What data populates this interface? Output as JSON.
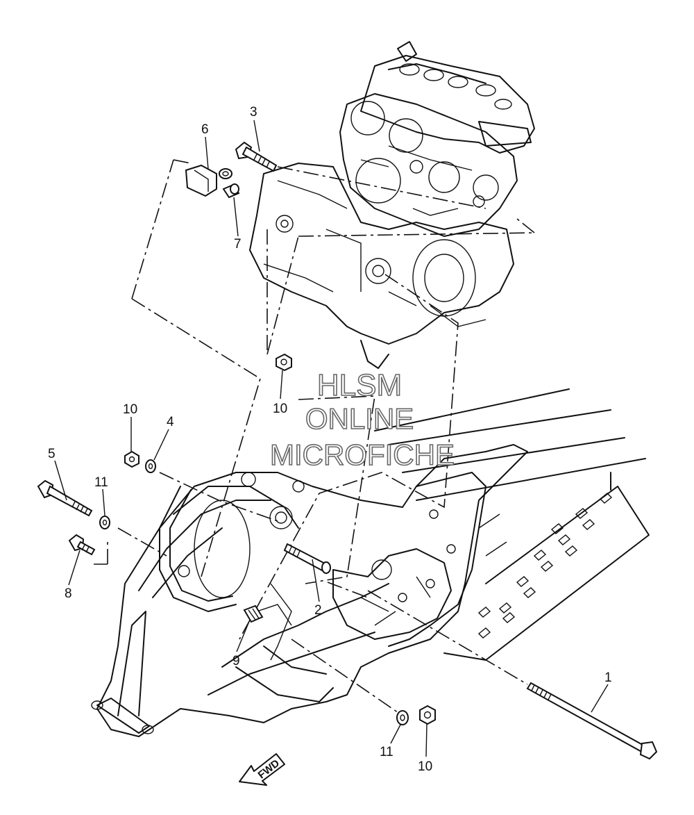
{
  "watermark": {
    "line1": "HLSM",
    "line2": "ONLINE",
    "line3": "MICROFICHE"
  },
  "direction_label": "FWD",
  "callouts": [
    {
      "id": "c1",
      "label": "1"
    },
    {
      "id": "c2",
      "label": "2"
    },
    {
      "id": "c3",
      "label": "3"
    },
    {
      "id": "c4",
      "label": "4"
    },
    {
      "id": "c5",
      "label": "5"
    },
    {
      "id": "c6",
      "label": "6"
    },
    {
      "id": "c7",
      "label": "7"
    },
    {
      "id": "c8",
      "label": "8"
    },
    {
      "id": "c9",
      "label": "9"
    },
    {
      "id": "c10a",
      "label": "10"
    },
    {
      "id": "c10b",
      "label": "10"
    },
    {
      "id": "c10c",
      "label": "10"
    },
    {
      "id": "c11a",
      "label": "11"
    },
    {
      "id": "c11b",
      "label": "11"
    }
  ]
}
